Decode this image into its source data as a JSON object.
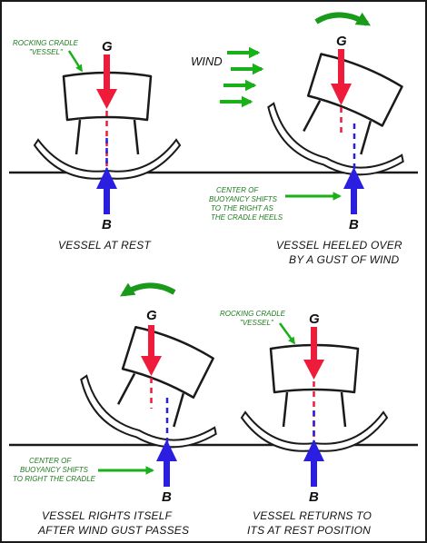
{
  "panels": [
    {
      "id": "rest",
      "caption_lines": [
        "VESSEL AT REST"
      ],
      "callout_lines": [
        "ROCKING CRADLE",
        "\"VESSEL\""
      ],
      "g_label": "G",
      "b_label": "B"
    },
    {
      "id": "heeled",
      "caption_lines": [
        "VESSEL HEELED OVER",
        "BY A GUST OF WIND"
      ],
      "wind_label": "WIND",
      "callout_lines": [
        "CENTER OF",
        "BUOYANCY SHIFTS",
        "TO THE RIGHT AS",
        "THE CRADLE HEELS"
      ],
      "g_label": "G",
      "b_label": "B"
    },
    {
      "id": "righting",
      "caption_lines": [
        "VESSEL RIGHTS ITSELF",
        "AFTER WIND GUST PASSES"
      ],
      "callout_lines": [
        "CENTER OF",
        "BUOYANCY SHIFTS",
        "TO RIGHT THE CRADLE"
      ],
      "g_label": "G",
      "b_label": "B"
    },
    {
      "id": "returned",
      "caption_lines": [
        "VESSEL RETURNS TO",
        "ITS AT REST POSITION"
      ],
      "callout_lines": [
        "ROCKING CRADLE",
        "\"VESSEL\""
      ],
      "g_label": "G",
      "b_label": "B"
    }
  ],
  "colors": {
    "gravity_arrow": "#ee1c3a",
    "buoyancy_arrow": "#2a1fe0",
    "callout_arrow": "#19b019",
    "rotation_arrow": "#1a9a1a",
    "outline": "#1a1a1a"
  }
}
